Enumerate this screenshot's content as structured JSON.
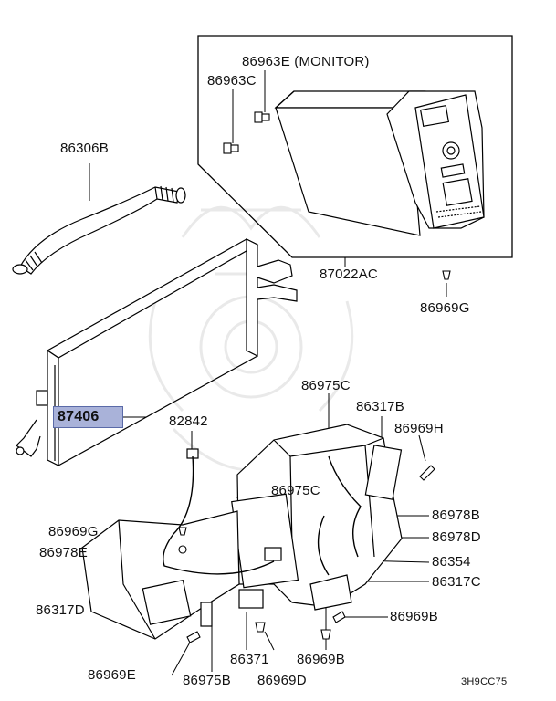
{
  "diagram": {
    "diagram_code": "3H9CC75",
    "highlighted_part": "87406",
    "labels": {
      "p86963E": "86963E (MONITOR)",
      "p86963C": "86963C",
      "p86306B": "86306B",
      "p87022AC": "87022AC",
      "p86969G_top": "86969G",
      "p87406": "87406",
      "p86975C_top": "86975C",
      "p86317B": "86317B",
      "p86969H": "86969H",
      "p82842": "82842",
      "p86975C_mid": "86975C",
      "p86978B": "86978B",
      "p86969G_left": "86969G",
      "p86978D": "86978D",
      "p86978E": "86978E",
      "p86354": "86354",
      "p86317C": "86317C",
      "p86317D": "86317D",
      "p86969B_right": "86969B",
      "p86371": "86371",
      "p86969B_bottom": "86969B",
      "p86969E": "86969E",
      "p86975B": "86975B",
      "p86969D": "86969D"
    }
  }
}
